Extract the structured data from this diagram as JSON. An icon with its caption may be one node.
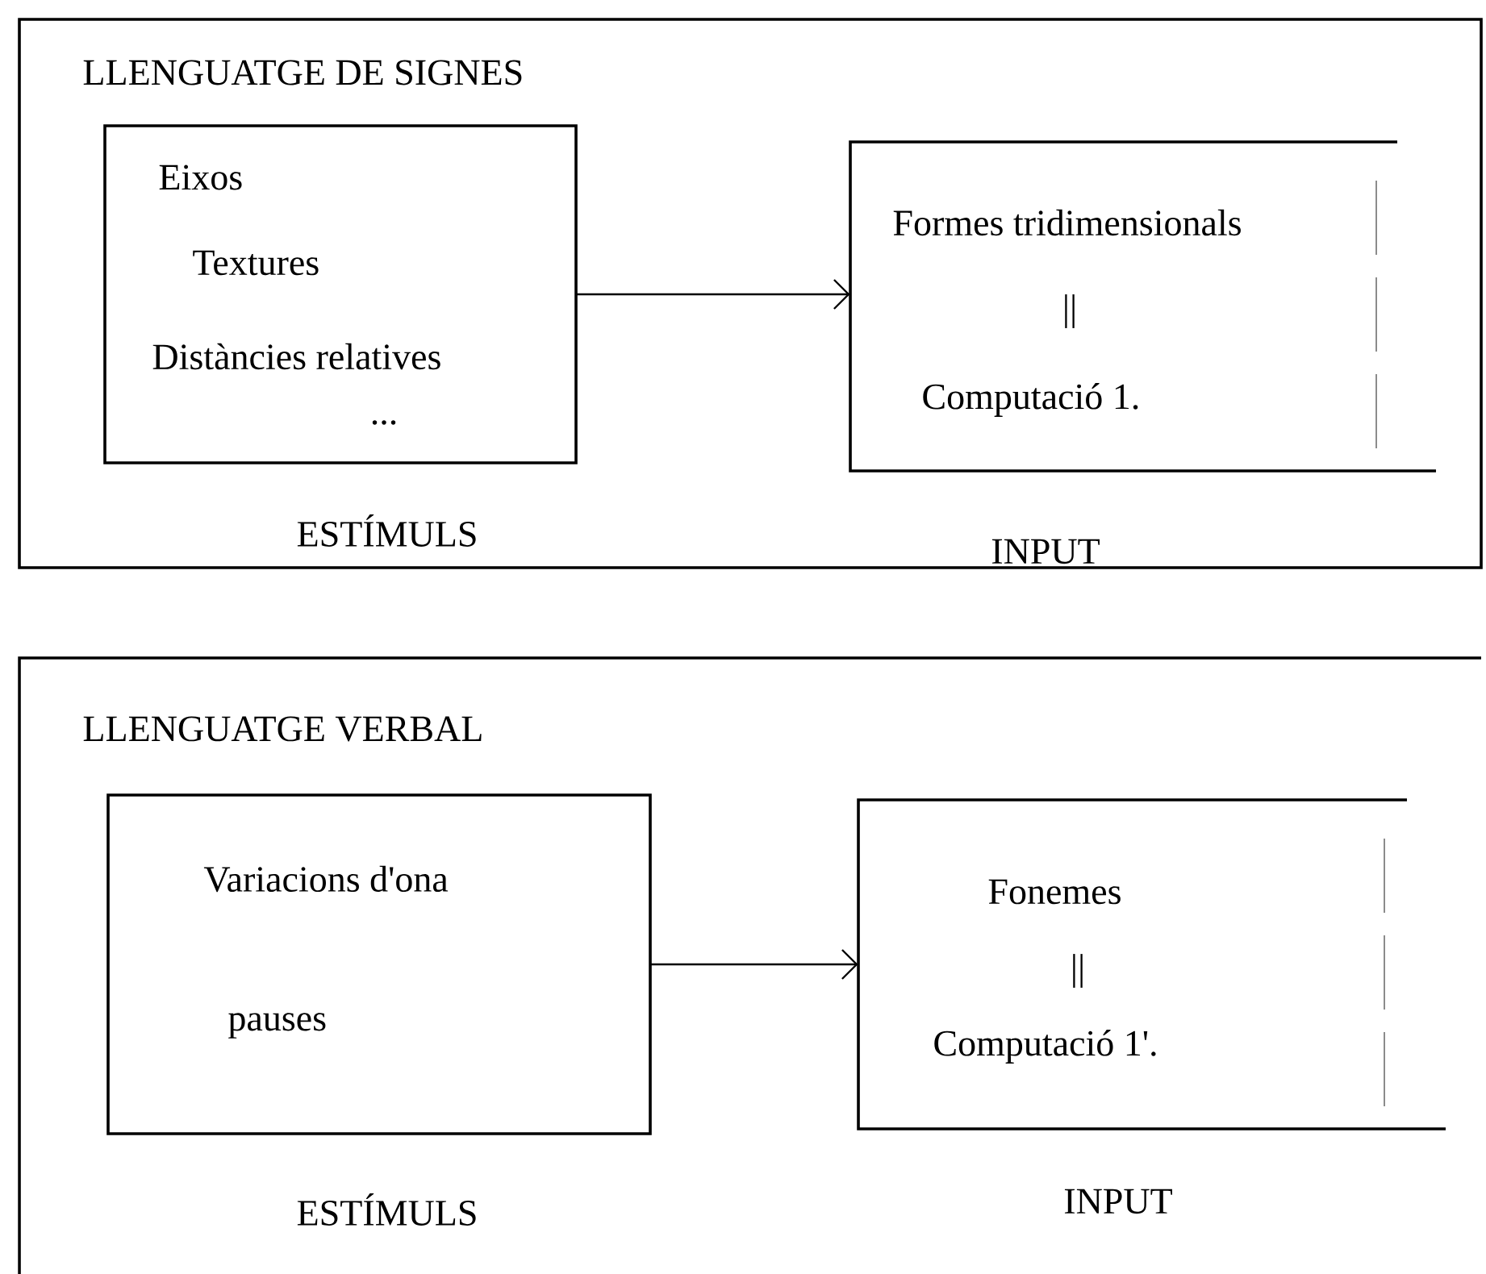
{
  "diagram": {
    "nodes": [
      {
        "text": [
          "LLENGUATGE DE SIGNES"
        ]
      },
      {
        "text": [
          "Eixos",
          "Textures",
          "Distàncies relatives",
          "..."
        ],
        "in": 0,
        "beside": [
          "ESTÍMULS"
        ]
      },
      {
        "text": [
          "Formes tridimensionals",
          "||",
          "Computació 1."
        ],
        "in": 0,
        "beside": [
          "INPUT"
        ]
      },
      {
        "text": [
          "LLENGUATGE VERBAL"
        ]
      },
      {
        "text": [
          "Variacions d'ona",
          "pauses"
        ],
        "in": 3,
        "beside": [
          "ESTÍMULS"
        ]
      },
      {
        "text": [
          "Fonemes",
          "||",
          "Computació 1'."
        ],
        "in": 3,
        "beside": [
          "INPUT"
        ]
      }
    ],
    "edges": [
      {
        "from": 1,
        "to": 2,
        "arrow": "to"
      },
      {
        "from": 4,
        "to": 5,
        "arrow": "to"
      }
    ]
  }
}
